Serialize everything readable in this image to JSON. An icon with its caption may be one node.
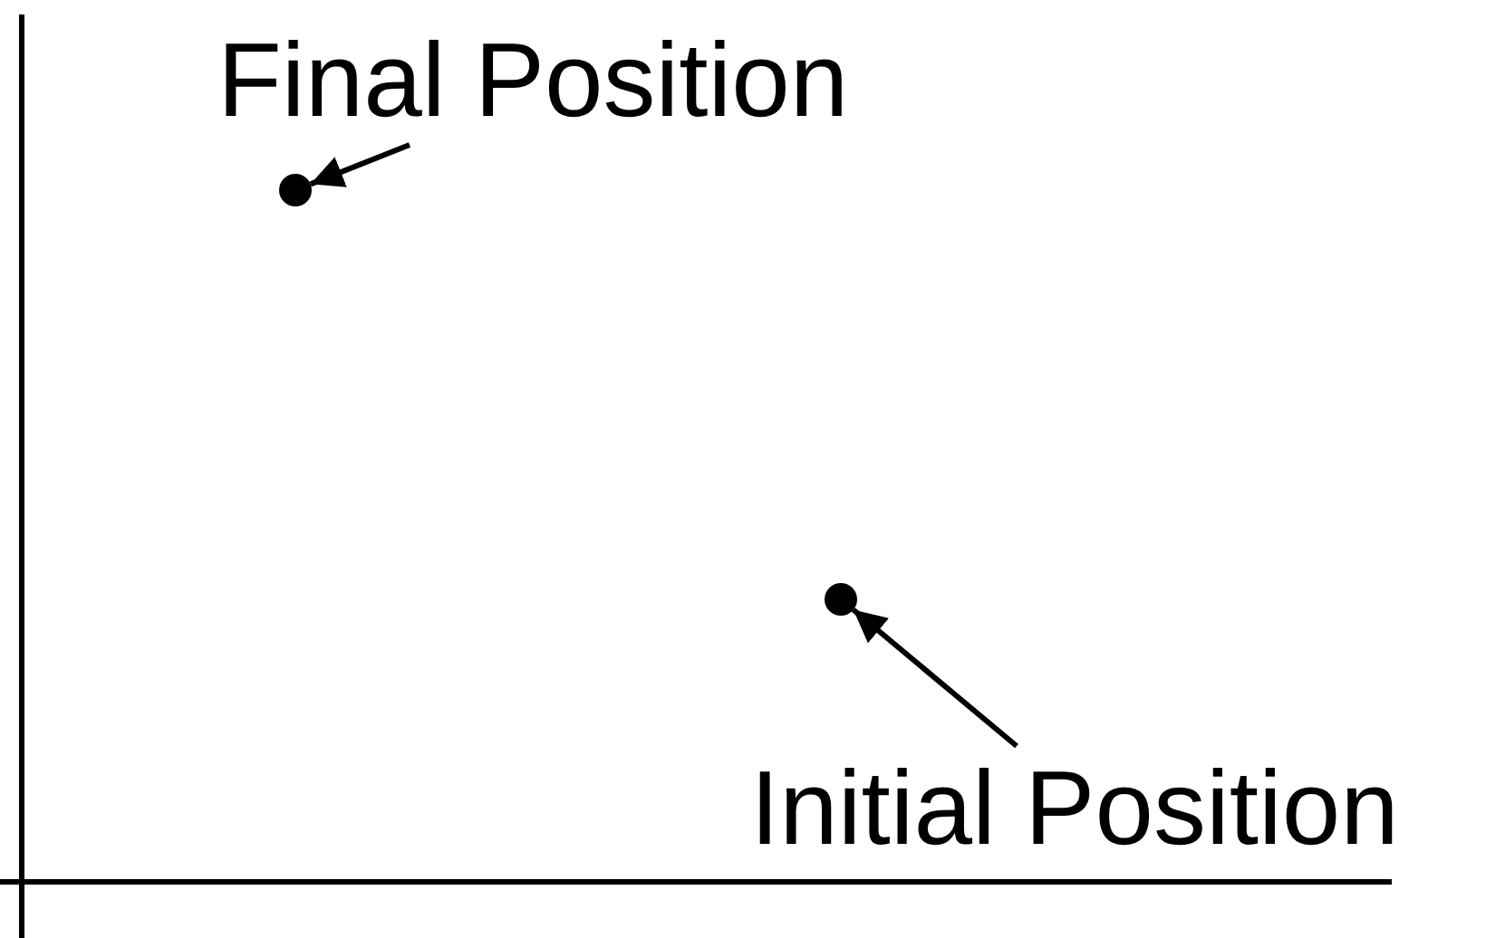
{
  "diagram": {
    "nodes": [
      {
        "text": [
          "Final Position"
        ]
      },
      {
        "text": [],
        "shape": "circle"
      },
      {
        "text": [],
        "shape": "circle"
      },
      {
        "text": [
          "Initial Position"
        ]
      }
    ],
    "edges": [
      {
        "from": 0,
        "to": 1,
        "arrow": "to"
      },
      {
        "from": 3,
        "to": 2,
        "arrow": "to"
      }
    ]
  }
}
